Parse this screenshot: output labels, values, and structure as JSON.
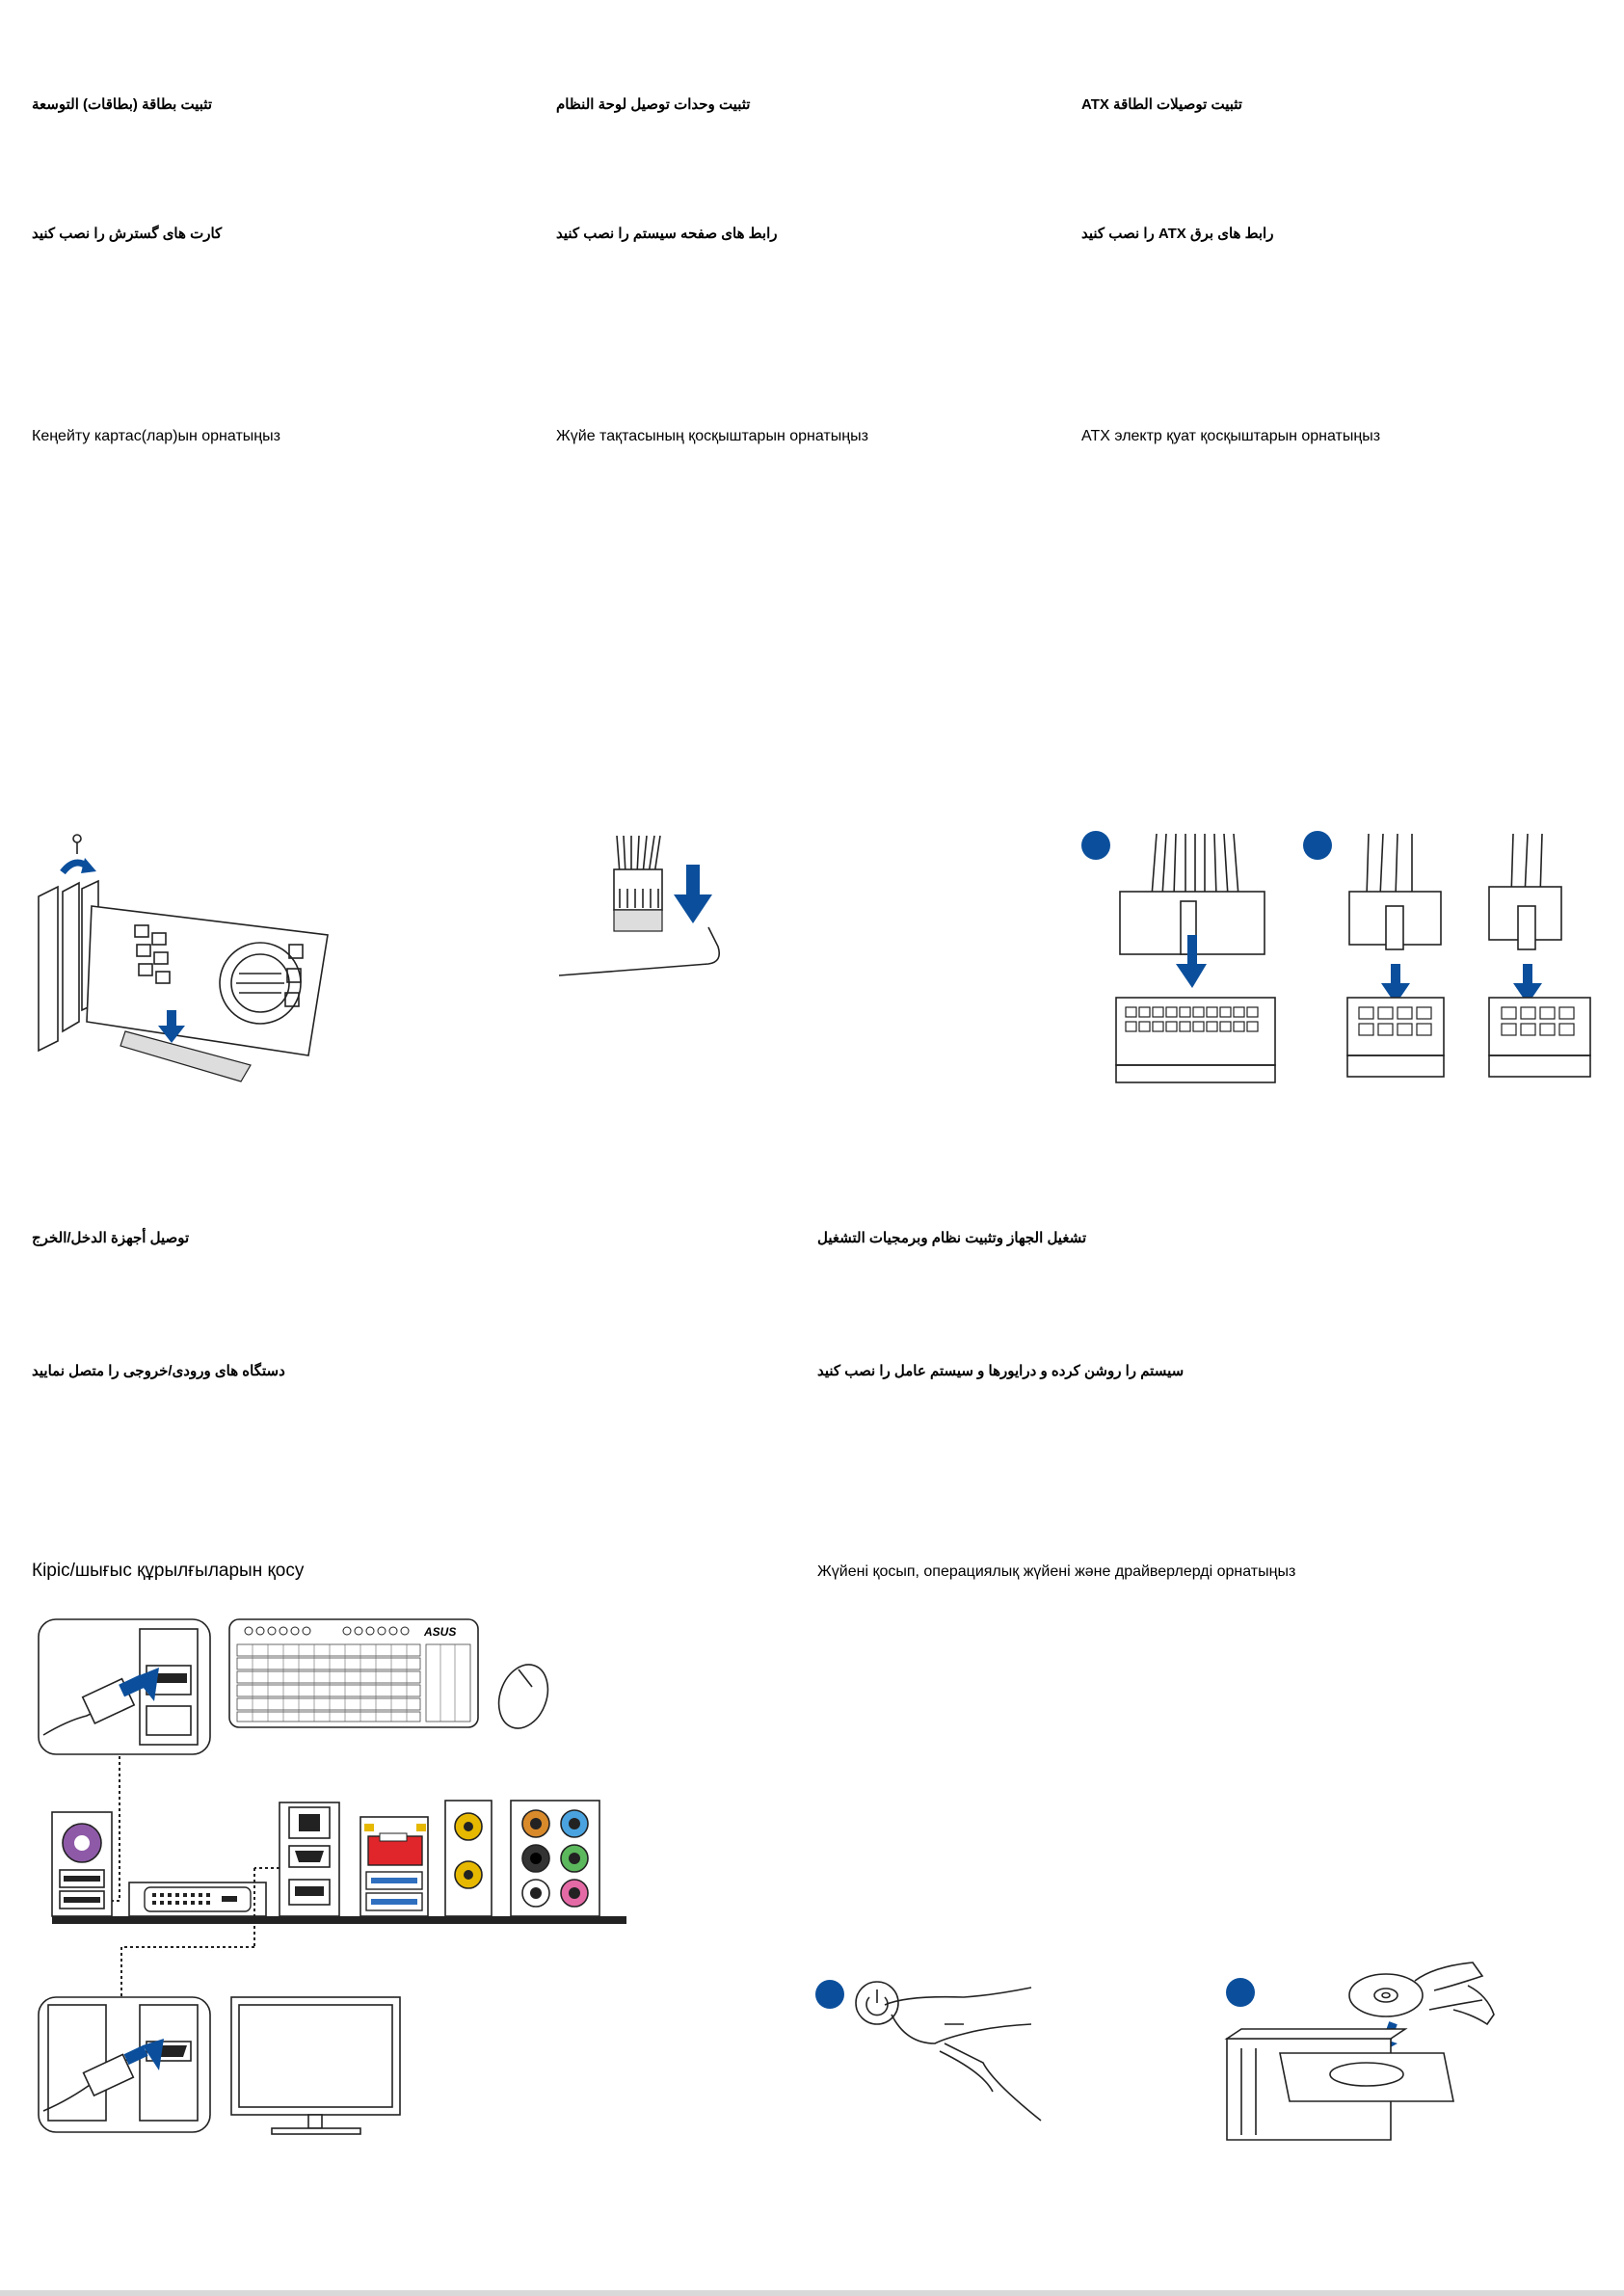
{
  "sections": {
    "expansion": {
      "ar": "تثبيت بطاقة (بطاقات) التوسعة",
      "fa": "کارت های گسترش را نصب کنید",
      "kz": "Кеңейту картас(лар)ын орнатыңыз"
    },
    "panel": {
      "ar": "تثبيت وحدات توصيل لوحة النظام",
      "fa": "رابط های صفحه سیستم را نصب کنید",
      "kz": "Жүйе тақтасының қосқыштарын орнатыңыз"
    },
    "atx": {
      "ar": "تثبيت توصيلات الطاقة ATX",
      "fa": "رابط های برق ATX را نصب کنید",
      "kz": "ATX электр қуат қосқыштарын орнатыңыз"
    },
    "io": {
      "ar": "توصيل أجهزة الدخل/الخرج",
      "fa": "دستگاه های ورودی/خروجی را متصل نمایید",
      "kz": "Кіріс/шығыс құрылғыларын қосу"
    },
    "power_on": {
      "ar": "تشغيل الجهاز وتثبيت نظام وبرمجيات التشغيل",
      "fa": "سیستم را روشن کرده و درایورها و سیستم عامل را نصب کنید",
      "kz": "Жүйені қосып, операциялық жүйені және драйверлерді орнатыңыз"
    }
  },
  "colors": {
    "accent_blue": "#0b4f9c",
    "lan_red": "#e0262b",
    "usb3_blue": "#2f6fbf",
    "jack_orange": "#d98a2b",
    "jack_lightblue": "#4aa3df",
    "jack_green": "#5cb85c",
    "jack_pink": "#e46aa6",
    "ps2_purple": "#8e5aa8",
    "spdif_yellow": "#e6b800"
  },
  "icons": {
    "keyboard_logo": "ASUS"
  }
}
